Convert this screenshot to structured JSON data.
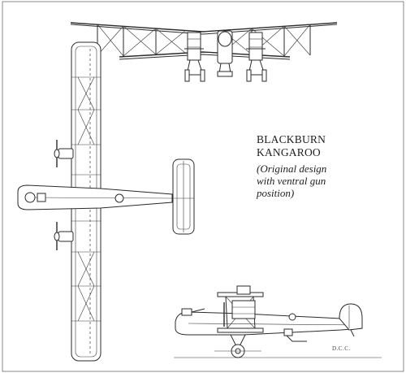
{
  "caption": {
    "title_lines": [
      "BLACKBURN",
      "KANGAROO"
    ],
    "note_lines": [
      "(Original design",
      "with ventral gun",
      "position)"
    ]
  },
  "signature_initials": "D.C.C."
}
